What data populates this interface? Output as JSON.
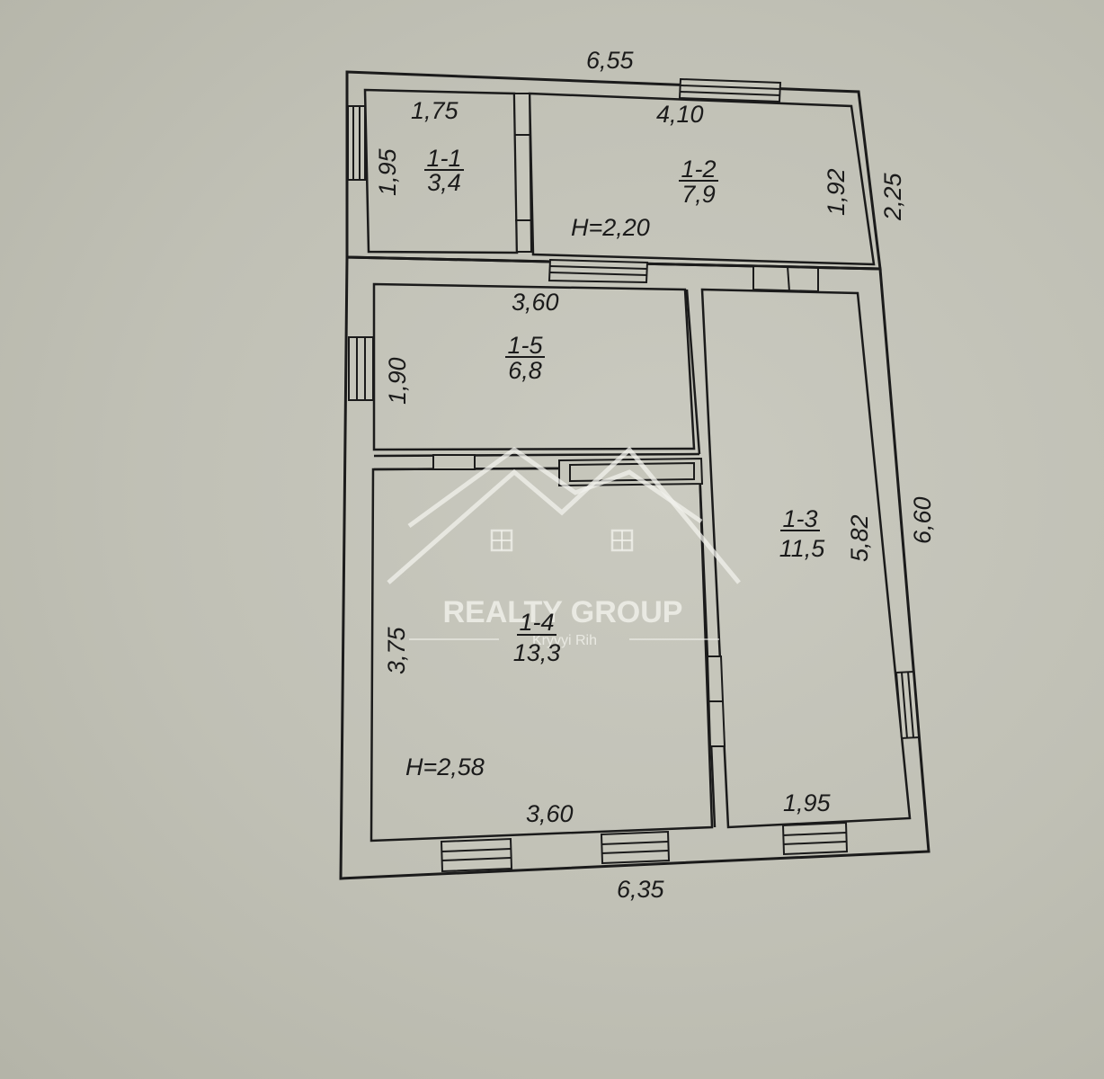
{
  "plan": {
    "rooms": [
      {
        "id": "1-1",
        "area": "3,4"
      },
      {
        "id": "1-2",
        "area": "7,9"
      },
      {
        "id": "1-3",
        "area": "11,5"
      },
      {
        "id": "1-4",
        "area": "13,3"
      },
      {
        "id": "1-5",
        "area": "6,8"
      }
    ],
    "heights": {
      "upper": "H=2,20",
      "lower": "H=2,58"
    },
    "dimensions": {
      "outer_top": "6,55",
      "outer_bottom": "6,35",
      "outer_right_upper": "2,25",
      "outer_right_lower": "6,60",
      "r11_width": "1,75",
      "r11_height": "1,95",
      "r12_width": "4,10",
      "r12_height": "1,92",
      "r15_width": "3,60",
      "r15_height": "1,90",
      "r14_height": "3,75",
      "r14_width": "3,60",
      "r13_height": "5,82",
      "r13_width": "1,95"
    }
  },
  "watermark": {
    "title": "REALTY GROUP",
    "subtitle": "Kryvyi Rih"
  }
}
